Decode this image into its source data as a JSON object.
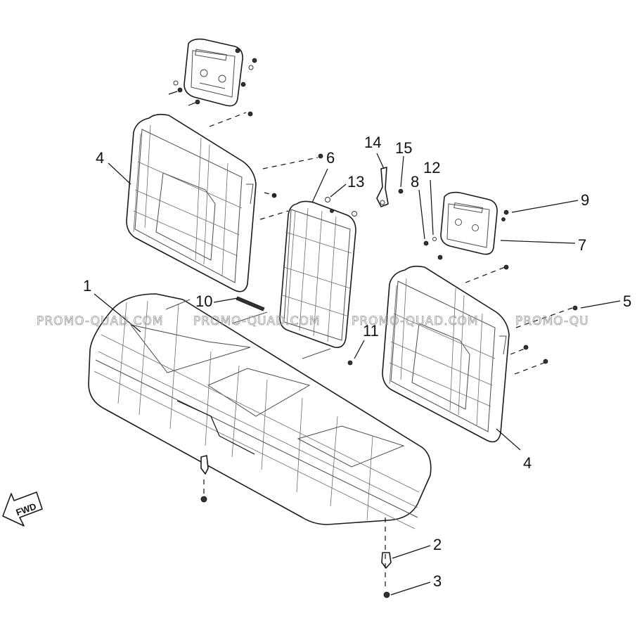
{
  "callouts": [
    "1",
    "2",
    "3",
    "4",
    "4",
    "5",
    "6",
    "7",
    "8",
    "9",
    "10",
    "11",
    "12",
    "13",
    "14",
    "15"
  ],
  "watermark": "PROMO-QUAD.COM",
  "watermark_partial": "PROMO-QU",
  "direction_label": "FWD"
}
